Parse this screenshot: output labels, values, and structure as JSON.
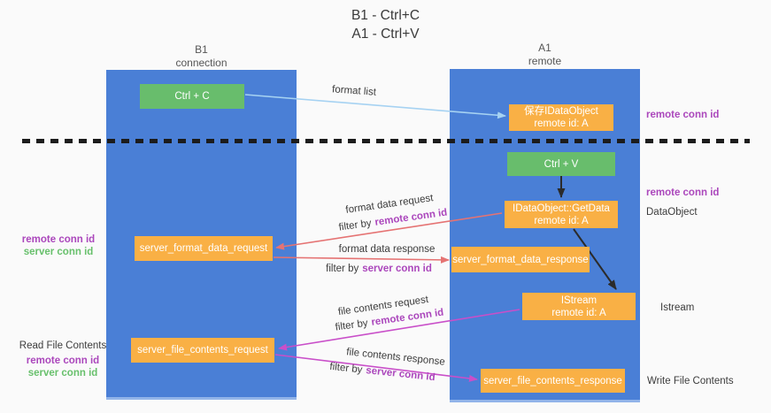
{
  "title": {
    "line1": "B1 - Ctrl+C",
    "line2": "A1 - Ctrl+V"
  },
  "lanes": {
    "left": {
      "name": "B1",
      "role": "connection"
    },
    "right": {
      "name": "A1",
      "role": "remote"
    }
  },
  "nodes": {
    "ctrl_c": {
      "label": "Ctrl + C"
    },
    "ctrl_v": {
      "label": "Ctrl + V"
    },
    "save_idataobject": {
      "line1": "保存IDataObject",
      "line2": "remote id: A"
    },
    "getdata": {
      "line1": "IDataObject::GetData",
      "line2": "remote id: A"
    },
    "istream": {
      "line1": "IStream",
      "line2": "remote id: A"
    },
    "format_request": {
      "label": "server_format_data_request"
    },
    "format_response": {
      "label": "server_format_data_response"
    },
    "file_request": {
      "label": "server_file_contents_request"
    },
    "file_response": {
      "label": "server_file_contents_response"
    }
  },
  "arrow_labels": {
    "format_list": "format list",
    "format_data_request": "format data request",
    "format_data_response": "format data response",
    "file_contents_request": "file contents request",
    "file_contents_response": "file contents response",
    "filter_by": "filter by",
    "remote_conn_id": "remote conn id",
    "server_conn_id": "server conn id"
  },
  "annotations": {
    "remote_conn_id": "remote conn id",
    "server_conn_id": "server conn id",
    "dataobject": "DataObject",
    "istream": "Istream",
    "read_file_contents": "Read File Contents",
    "write_file_contents": "Write File Contents"
  },
  "colors": {
    "lane_blue": "#4a7fd6",
    "box_green": "#68bd6c",
    "box_orange": "#f9b045",
    "arrow_lightblue": "#a6d2f2",
    "arrow_red": "#e57373",
    "arrow_magenta": "#c94fc9",
    "arrow_black": "#2b2b2b",
    "text_purple": "#ab47bc",
    "text_green": "#68c06c"
  }
}
